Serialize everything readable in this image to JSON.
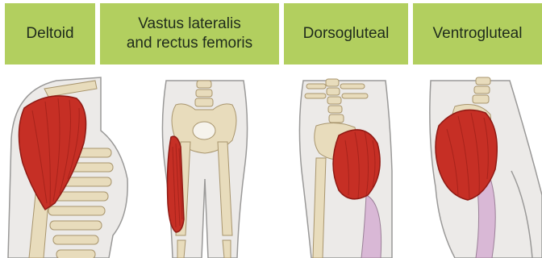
{
  "labels": [
    {
      "text": "Deltoid"
    },
    {
      "text": "Vastus lateralis\nand rectus femoris"
    },
    {
      "text": "Dorsogluteal"
    },
    {
      "text": "Ventrogluteal"
    }
  ],
  "colors": {
    "label_bg": "#b2cf5f",
    "label_text": "#1f2b1c",
    "muscle_red": "#c62f25",
    "muscle_dark": "#8f1a14",
    "bone": "#e8dcbc",
    "bone_outline": "#a8956d",
    "skin": "#eceae8",
    "skin_outline": "#9a9998",
    "tendon": "#d9b8d6"
  }
}
